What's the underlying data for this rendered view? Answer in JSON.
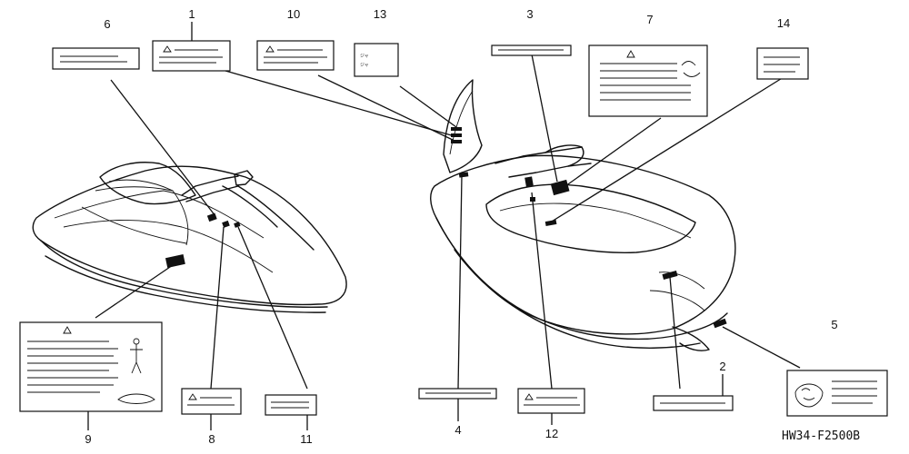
{
  "part_numbers": [
    "1",
    "2",
    "3",
    "4",
    "5",
    "6",
    "7",
    "8",
    "9",
    "10",
    "11",
    "12",
    "13",
    "14"
  ],
  "label_13_text": [
    "ジャ",
    "ジャ"
  ],
  "diagram_code": "HW34-F2500B",
  "colors": {
    "ink": "#111111",
    "paper": "#ffffff"
  }
}
